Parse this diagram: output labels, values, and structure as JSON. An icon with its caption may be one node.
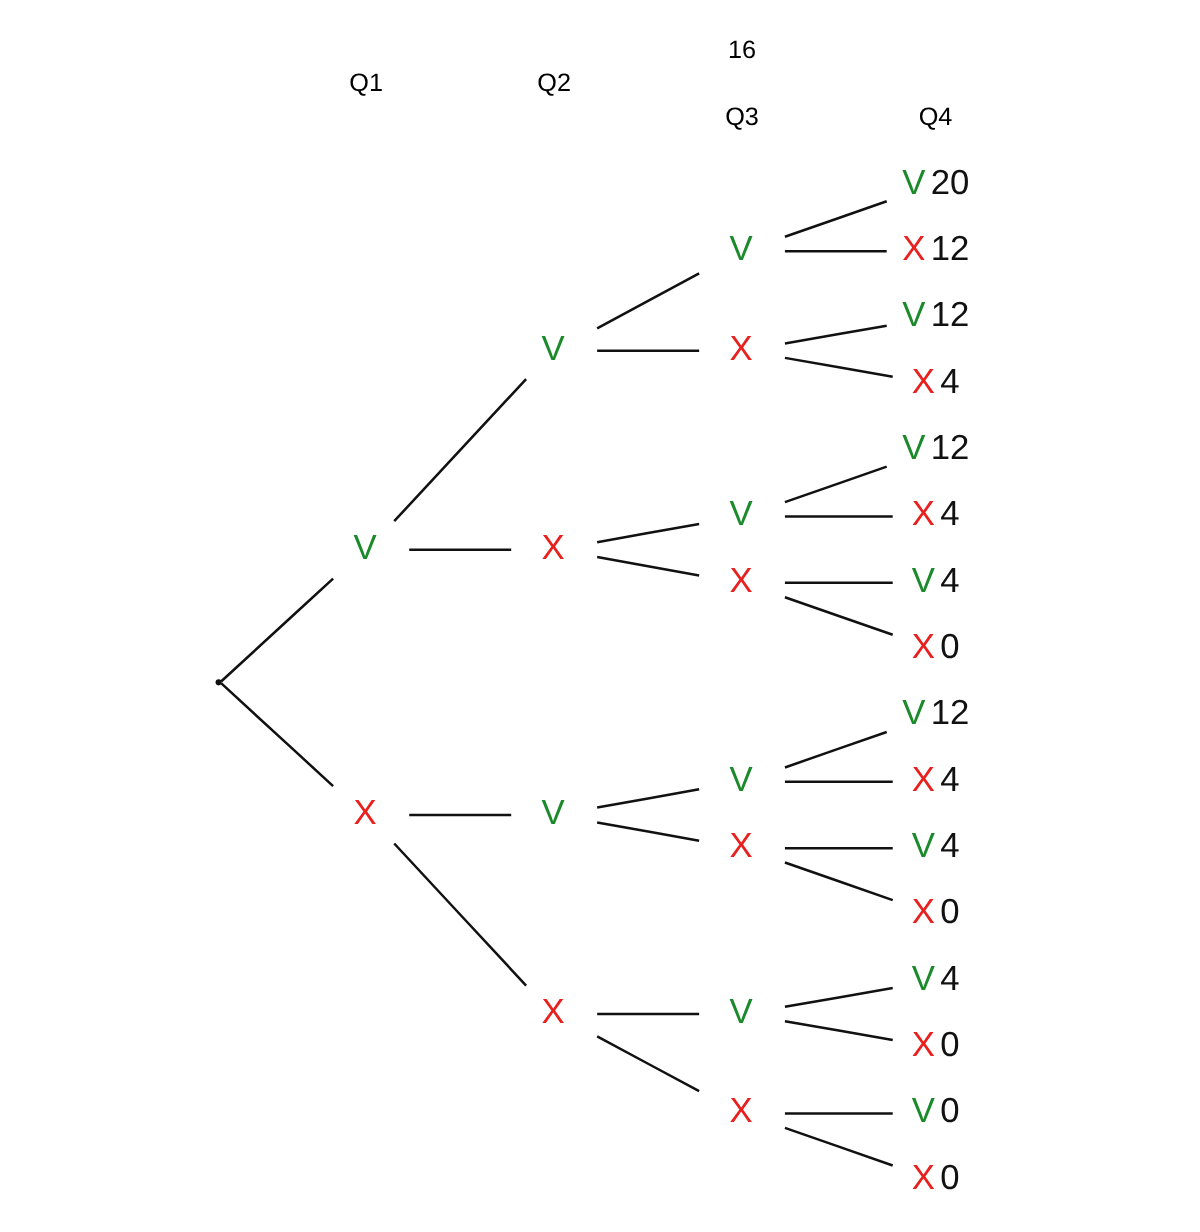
{
  "diagram": {
    "nodes": [
      {
        "text": [],
        "shape": "point"
      },
      {
        "text": [
          "V"
        ]
      },
      {
        "text": [
          "X"
        ]
      },
      {
        "text": [
          "V"
        ]
      },
      {
        "text": [
          "X"
        ]
      },
      {
        "text": [
          "V"
        ]
      },
      {
        "text": [
          "X"
        ]
      },
      {
        "text": [
          "V"
        ]
      },
      {
        "text": [
          "X"
        ]
      },
      {
        "text": [
          "V"
        ]
      },
      {
        "text": [
          "X"
        ]
      },
      {
        "text": [
          "V"
        ]
      },
      {
        "text": [
          "X"
        ]
      },
      {
        "text": [
          "V"
        ]
      },
      {
        "text": [
          "X"
        ]
      },
      {
        "text": [
          "V"
        ],
        "beside": [
          "20"
        ]
      },
      {
        "text": [
          "X"
        ],
        "beside": [
          "12"
        ]
      },
      {
        "text": [
          "V"
        ],
        "beside": [
          "12"
        ]
      },
      {
        "text": [
          "X"
        ],
        "beside": [
          "4"
        ]
      },
      {
        "text": [
          "V"
        ],
        "beside": [
          "12"
        ]
      },
      {
        "text": [
          "X"
        ],
        "beside": [
          "4"
        ]
      },
      {
        "text": [
          "V"
        ],
        "beside": [
          "4"
        ]
      },
      {
        "text": [
          "X"
        ],
        "beside": [
          "0"
        ]
      },
      {
        "text": [
          "V"
        ],
        "beside": [
          "12"
        ]
      },
      {
        "text": [
          "X"
        ],
        "beside": [
          "4"
        ]
      },
      {
        "text": [
          "V"
        ],
        "beside": [
          "4"
        ]
      },
      {
        "text": [
          "X"
        ],
        "beside": [
          "0"
        ]
      },
      {
        "text": [
          "V"
        ],
        "beside": [
          "4"
        ]
      },
      {
        "text": [
          "X"
        ],
        "beside": [
          "0"
        ]
      },
      {
        "text": [
          "V"
        ],
        "beside": [
          "0"
        ]
      },
      {
        "text": [
          "X"
        ],
        "beside": [
          "0"
        ]
      }
    ],
    "edges": [
      {
        "from": 0,
        "to": 1,
        "arrow": "none"
      },
      {
        "from": 0,
        "to": 2,
        "arrow": "none"
      },
      {
        "from": 1,
        "to": 3,
        "arrow": "none"
      },
      {
        "from": 1,
        "to": 4,
        "arrow": "none"
      },
      {
        "from": 2,
        "to": 5,
        "arrow": "none"
      },
      {
        "from": 2,
        "to": 6,
        "arrow": "none"
      },
      {
        "from": 3,
        "to": 7,
        "arrow": "none"
      },
      {
        "from": 3,
        "to": 8,
        "arrow": "none"
      },
      {
        "from": 4,
        "to": 9,
        "arrow": "none"
      },
      {
        "from": 4,
        "to": 10,
        "arrow": "none"
      },
      {
        "from": 5,
        "to": 11,
        "arrow": "none"
      },
      {
        "from": 5,
        "to": 12,
        "arrow": "none"
      },
      {
        "from": 6,
        "to": 13,
        "arrow": "none"
      },
      {
        "from": 6,
        "to": 14,
        "arrow": "none"
      },
      {
        "from": 7,
        "to": 15,
        "arrow": "none"
      },
      {
        "from": 7,
        "to": 16,
        "arrow": "none"
      },
      {
        "from": 8,
        "to": 17,
        "arrow": "none"
      },
      {
        "from": 8,
        "to": 18,
        "arrow": "none"
      },
      {
        "from": 9,
        "to": 19,
        "arrow": "none"
      },
      {
        "from": 9,
        "to": 20,
        "arrow": "none"
      },
      {
        "from": 10,
        "to": 21,
        "arrow": "none"
      },
      {
        "from": 10,
        "to": 22,
        "arrow": "none"
      },
      {
        "from": 11,
        "to": 23,
        "arrow": "none"
      },
      {
        "from": 11,
        "to": 24,
        "arrow": "none"
      },
      {
        "from": 12,
        "to": 25,
        "arrow": "none"
      },
      {
        "from": 12,
        "to": 26,
        "arrow": "none"
      },
      {
        "from": 13,
        "to": 27,
        "arrow": "none"
      },
      {
        "from": 13,
        "to": 28,
        "arrow": "none"
      },
      {
        "from": 14,
        "to": 29,
        "arrow": "none"
      },
      {
        "from": 14,
        "to": 30,
        "arrow": "none"
      }
    ],
    "labels": [
      "16",
      "Q1",
      "Q2",
      "Q3",
      "Q4"
    ]
  }
}
